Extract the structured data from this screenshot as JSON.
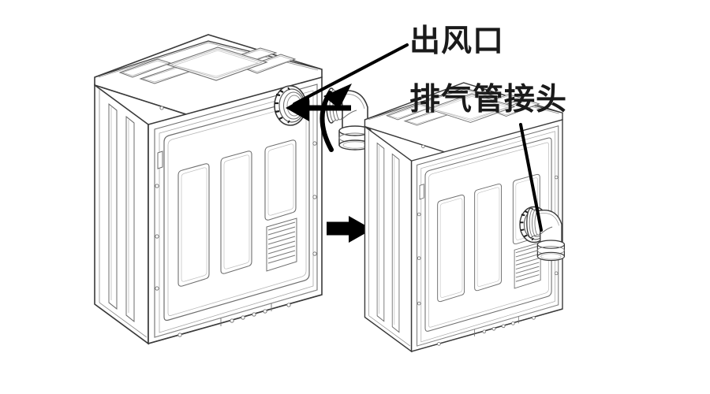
{
  "illustration": {
    "type": "technical-line-drawing",
    "subject": "appliance exhaust pipe connector installation",
    "background_color": "#ffffff",
    "line_color": "#3a3a3a",
    "arrow_color": "#000000",
    "text_color": "#1a1a1a"
  },
  "labels": {
    "air_outlet": "出风口",
    "exhaust_connector": "排气管接头"
  },
  "callouts": [
    {
      "name": "air-outlet-callout",
      "text": "出风口",
      "leader_from": [
        516,
        58
      ],
      "leader_to": [
        372,
        133
      ],
      "points_at": "circular exhaust port on left appliance"
    },
    {
      "name": "exhaust-connector-callout",
      "text": "排气管接头",
      "leader_from": [
        660,
        160
      ],
      "leader_to": [
        683,
        290
      ],
      "points_at": "elbow connector installed on right appliance"
    }
  ],
  "appliances": [
    {
      "name": "appliance-before",
      "state": "port uncovered",
      "has_port": true,
      "has_elbow": false
    },
    {
      "name": "appliance-after",
      "state": "elbow connector installed",
      "has_port": true,
      "has_elbow": true
    }
  ],
  "parts": {
    "elbow": {
      "name": "exhaust-elbow-connector",
      "shape": "90-degree bend",
      "ends": [
        "ribbed socket",
        "banded collar"
      ]
    },
    "port": {
      "name": "exhaust-port-flange",
      "shape": "circular ring flange"
    }
  },
  "arrows": {
    "insert_arrow": "straight arrow pointing left into the exhaust port",
    "rotate_arrow": "curved arrow showing elbow rotation",
    "transition_arrow": "solid black arrow pointing right between the two appliances"
  }
}
